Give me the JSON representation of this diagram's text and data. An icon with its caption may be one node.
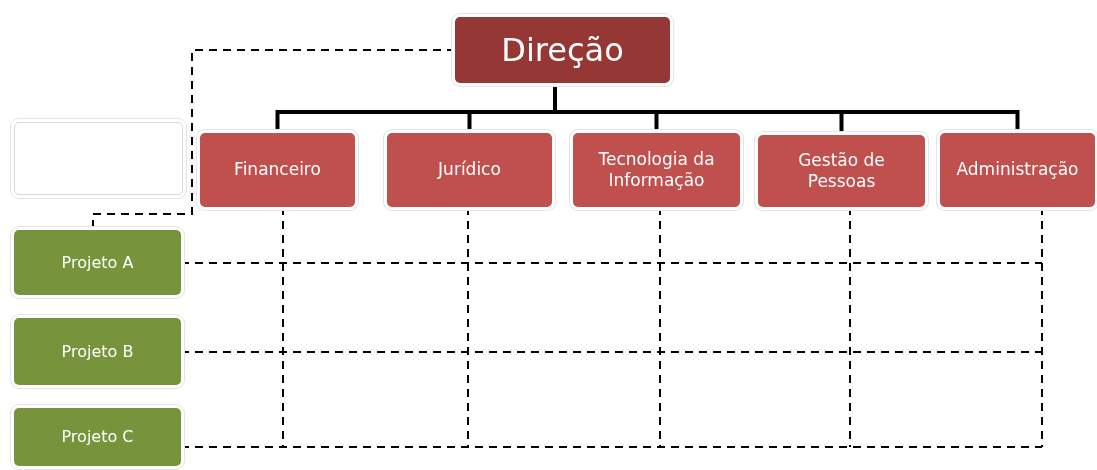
{
  "diagram": {
    "nodes": [
      {
        "text": [
          "Direção"
        ]
      },
      {
        "text": [],
        "shape": "box"
      },
      {
        "text": [
          "Financeiro"
        ]
      },
      {
        "text": [
          "Jurídico"
        ]
      },
      {
        "text": [
          "Tecnologia da Informação"
        ]
      },
      {
        "text": [
          "Gestão de Pessoas"
        ]
      },
      {
        "text": [
          "Administração"
        ]
      },
      {
        "text": [
          "Projeto A"
        ]
      },
      {
        "text": [
          "Projeto B"
        ]
      },
      {
        "text": [
          "Projeto C"
        ]
      }
    ],
    "edges": [
      {
        "from": 0,
        "to": 2,
        "arrow": "none",
        "style": "thick"
      },
      {
        "from": 0,
        "to": 3,
        "arrow": "none",
        "style": "thick"
      },
      {
        "from": 0,
        "to": 4,
        "arrow": "none",
        "style": "thick"
      },
      {
        "from": 0,
        "to": 5,
        "arrow": "none",
        "style": "thick"
      },
      {
        "from": 0,
        "to": 6,
        "arrow": "none",
        "style": "thick"
      },
      {
        "from": 0,
        "to": 7,
        "arrow": "none",
        "style": "dashed"
      },
      {
        "from": 2,
        "to": null,
        "arrow": "none",
        "style": "dashed"
      },
      {
        "from": 3,
        "to": null,
        "arrow": "none",
        "style": "dashed"
      },
      {
        "from": 4,
        "to": null,
        "arrow": "none",
        "style": "dashed"
      },
      {
        "from": 5,
        "to": null,
        "arrow": "none",
        "style": "dashed"
      },
      {
        "from": 6,
        "to": null,
        "arrow": "none",
        "style": "dashed"
      },
      {
        "from": 7,
        "to": null,
        "arrow": "none",
        "style": "dashed"
      },
      {
        "from": 8,
        "to": null,
        "arrow": "none",
        "style": "dashed"
      },
      {
        "from": 9,
        "to": null,
        "arrow": "none",
        "style": "dashed"
      }
    ]
  }
}
